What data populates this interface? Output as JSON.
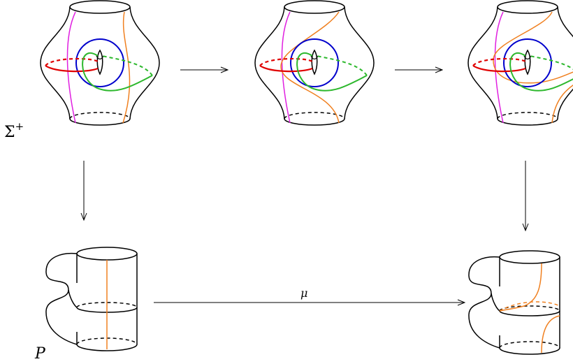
{
  "labels": {
    "sigma_base": "Σ",
    "sigma_sup": "+",
    "p": "P",
    "mu": "μ"
  },
  "colors": {
    "outline": "#000000",
    "red": "#e00000",
    "blue": "#0000cc",
    "green": "#2db82d",
    "magenta": "#e020e0",
    "orange": "#f08020"
  }
}
